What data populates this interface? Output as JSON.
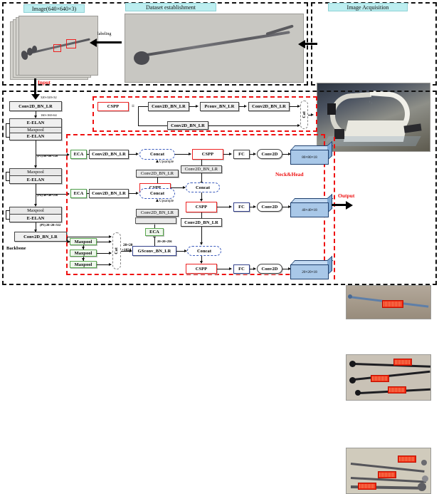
{
  "figure": {
    "panels": {
      "dataset_title": "Dataset  establishment",
      "acquisition_title": "Image  Acquisition",
      "image_caption": "Image(640×640×3)",
      "labeling_label": "labeling",
      "input_label": "Input",
      "output_label": "Output",
      "backbone_label": "Backbone",
      "neck_head_label": "Neck&Head"
    },
    "cspp_legend": {
      "name": "CSPP",
      "equals": "=",
      "main_path": [
        "Conv2D_BN_LR",
        "Pconv_BN_LR",
        "Conv2D_BN_LR"
      ],
      "skip_path": "Conv2D_BN_LR",
      "concat": "Cat"
    },
    "backbone": {
      "blocks": [
        {
          "label": "Conv2D_BN_LR",
          "style": "grey"
        },
        {
          "label": "E-ELAN",
          "style": "grey"
        },
        {
          "label": "Maxpool",
          "style": "lightgrey"
        },
        {
          "label": "E-ELAN",
          "style": "grey"
        },
        {
          "label": "Maxpool",
          "style": "lightgrey"
        },
        {
          "label": "E-ELAN",
          "style": "grey"
        },
        {
          "label": "Maxpool",
          "style": "lightgrey"
        },
        {
          "label": "E-ELAN",
          "style": "grey"
        },
        {
          "label": "Conv2D_BN_LR",
          "style": "grey"
        }
      ],
      "dims": {
        "stem_out": "320×320×32",
        "stage1_out": "160×160×64",
        "p3": "(P3) 80×80×128",
        "p4": "(P4) 40×40×256",
        "p5": "(P5) 20×20×512"
      }
    },
    "sppf": {
      "maxpool_label": "Maxpool",
      "maxpool_count": 3,
      "concat": "Cat",
      "concat_dim_line1": "20×20",
      "concat_dim_line2": "×1024",
      "gsconv": "GSconv_BN_LR",
      "eca": "ECA",
      "gsconv_out_dim": "20×20×256"
    },
    "neck": {
      "eca": "ECA",
      "conv": "Conv2D_BN_LR",
      "concat": "Concat",
      "cspp": "CSPP",
      "fc": "FC",
      "conv2d": "Conv2D",
      "upsample": "Upsample"
    },
    "outputs": [
      {
        "dim": "80×80×18"
      },
      {
        "dim": "40×40×18"
      },
      {
        "dim": "20×20×18"
      }
    ],
    "colors": {
      "accent_red": "#ee1111",
      "chip_cyan": "#bdeef0",
      "eca_green": "#4a9b46",
      "cube_blue": "#a9c8e8",
      "dashed_blue": "#3b5bbd"
    }
  }
}
